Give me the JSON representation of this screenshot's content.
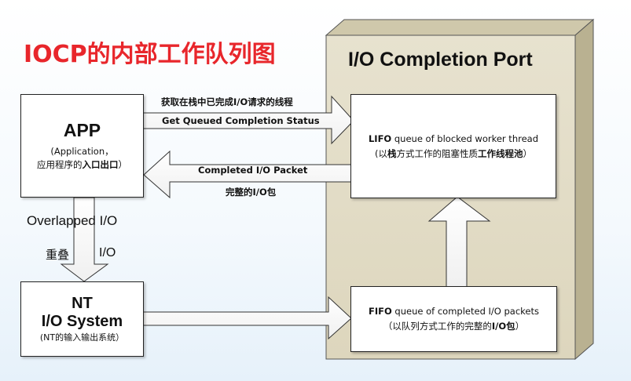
{
  "title": "IOCP的内部工作队列图",
  "port": {
    "title": "I/O  Completion Port"
  },
  "app": {
    "name": "APP",
    "line1": "(Application，",
    "line2_prefix": "应用程序的",
    "line2_bold": "入口出口",
    "line2_suffix": "）"
  },
  "nt": {
    "line1": "NT",
    "line2": "I/O  System",
    "line3": "(NT的输入输出系统）"
  },
  "lifo": {
    "line1_bold": "LIFO",
    "line1_rest": " queue of blocked worker thread",
    "line2_a": "(以",
    "line2_b": "栈",
    "line2_c": "方式工作的阻塞性质",
    "line2_d": "工作线程池",
    "line2_e": "）"
  },
  "fifo": {
    "line1_bold": "FIFO",
    "line1_rest": " queue of completed I/O  packets",
    "line2_a": "（以队列方式工作的完整的",
    "line2_b": "I/O包",
    "line2_c": "）"
  },
  "arrows": {
    "get_cn": "获取在栈中已完成I/O请求的线程",
    "get_en": "Get Queued Completion Status",
    "packet_en": "Completed I/O Packet",
    "packet_cn": "完整的I/O包",
    "overlapped": "Overlapped I/O",
    "chong": "重叠",
    "io": "I/O"
  }
}
